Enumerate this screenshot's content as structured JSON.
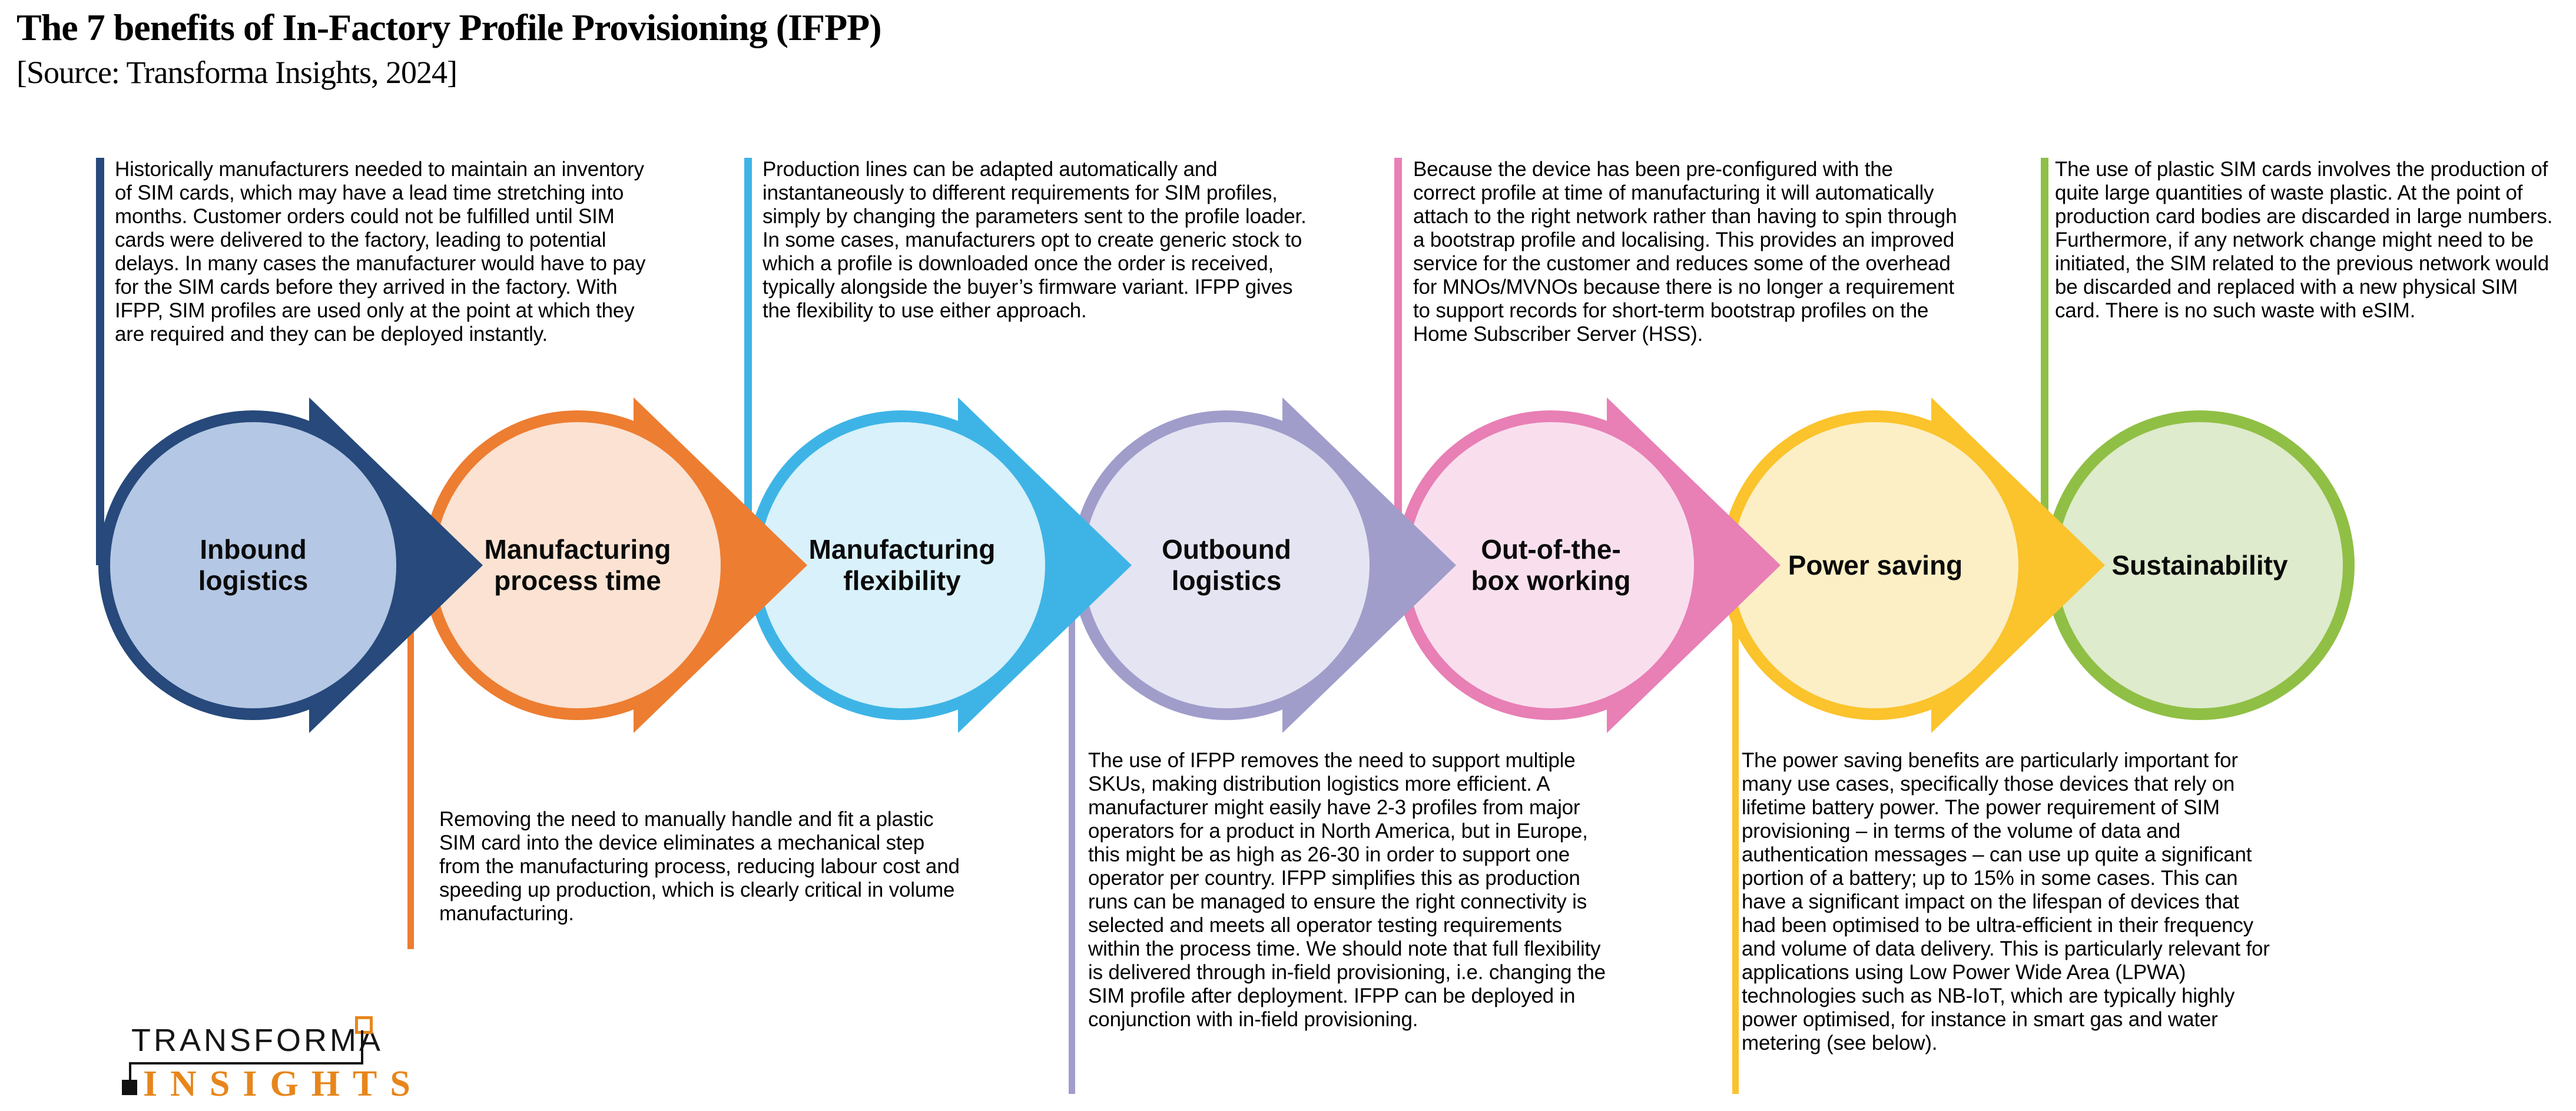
{
  "title": "The 7 benefits of In-Factory Profile Provisioning (IFPP)",
  "source_line": "[Source: Transforma Insights, 2024]",
  "logo": {
    "line1": "TRANSFORMA",
    "line2": "INSIGHTS",
    "orange": "#E7861B",
    "black": "#111111"
  },
  "benefits": [
    {
      "label": "Inbound logistics",
      "note_position": "top",
      "border_color": "#27497B",
      "fill_color": "#B4C7E4",
      "note": "Historically manufacturers needed to maintain an inventory of SIM cards, which may have a lead time stretching into months. Customer orders could not be fulfilled until SIM cards were delivered to the factory, leading to potential delays. In many cases the manufacturer would have to pay for the SIM cards before they arrived in the factory. With IFPP, SIM profiles are used only at the point at which they are required and they can be deployed instantly."
    },
    {
      "label": "Manufacturing process time",
      "note_position": "bottom",
      "border_color": "#ED7D31",
      "fill_color": "#FBE2D2",
      "note": "Removing the need to manually handle and fit a plastic SIM card into the device eliminates a mechanical step from the manufacturing process, reducing labour cost and speeding up production, which is clearly critical in volume manufacturing."
    },
    {
      "label": "Manufacturing flexibility",
      "note_position": "top",
      "border_color": "#3EB4E6",
      "fill_color": "#D8F1FB",
      "note": "Production lines can be adapted automatically and instantaneously to different requirements for SIM profiles, simply by changing the parameters sent to the profile loader. In some cases, manufacturers opt to create generic stock to which a profile is downloaded once the order is received, typically alongside the buyer’s firmware variant. IFPP gives the flexibility to use either approach."
    },
    {
      "label": "Outbound logistics",
      "note_position": "bottom",
      "border_color": "#A09DCB",
      "fill_color": "#E5E4F2",
      "note": "The use of IFPP removes the need to support multiple SKUs, making distribution logistics more efficient.  A manufacturer might easily have 2-3 profiles from major operators for a product in North America, but in Europe, this might be as high as 26-30 in order to support one operator per country. IFPP simplifies this as production runs can be managed to ensure the right connectivity is selected and meets all operator testing requirements within the process time. We should note that full flexibility is delivered through in-field provisioning, i.e. changing the SIM profile after deployment. IFPP can be deployed in conjunction with in-field provisioning."
    },
    {
      "label": "Out-of-the-box working",
      "note_position": "top",
      "border_color": "#E87FB5",
      "fill_color": "#F9DFEE",
      "note": "Because the device has been pre-configured with the correct profile at time of manufacturing it will automatically attach to the right network rather than having to spin through a bootstrap profile and localising. This provides an improved service for the customer and reduces some of the overhead for MNOs/MVNOs because there is no longer a requirement to support records for short-term bootstrap profiles on the Home Subscriber Server (HSS)."
    },
    {
      "label": "Power saving",
      "note_position": "bottom",
      "border_color": "#FBC32C",
      "fill_color": "#FCEFC6",
      "note": "The power saving benefits are particularly important for many use cases, specifically those devices that rely on lifetime battery power. The power requirement of SIM provisioning – in terms of the volume of data and authentication messages – can use up quite a significant portion of a battery; up to 15% in some cases. This can have a significant impact on the lifespan of devices that had been optimised to be ultra-efficient in their frequency and volume of data delivery. This is particularly relevant for applications using Low Power Wide Area (LPWA) technologies such as NB-IoT, which are typically highly power optimised, for instance in smart gas and water metering (see below)."
    },
    {
      "label": "Sustainability",
      "note_position": "top",
      "border_color": "#90BF45",
      "fill_color": "#DEEBCC",
      "note": "The use of plastic SIM cards involves the production of quite large quantities of waste plastic. At the point of production card bodies are discarded in large numbers. Furthermore, if any network change might need to be initiated, the SIM related to the previous network would be discarded and replaced with a new physical SIM card. There is no such waste with eSIM."
    }
  ]
}
